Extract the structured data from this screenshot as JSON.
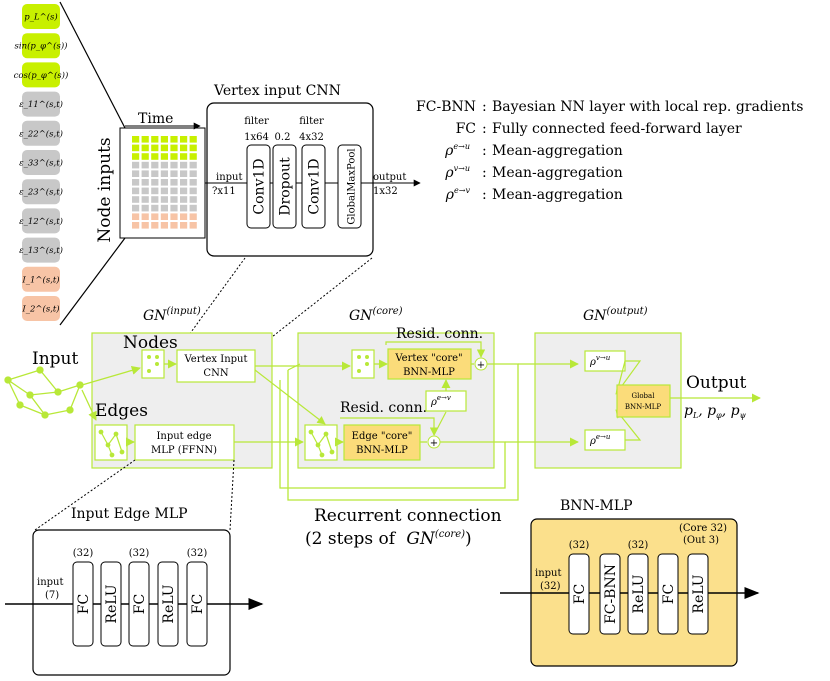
{
  "node_features": [
    {
      "label": "p_L^(s)",
      "color": "#c8f000"
    },
    {
      "label": "sin(p_φ^(s))",
      "color": "#c8f000"
    },
    {
      "label": "cos(p_φ^(s))",
      "color": "#c8f000"
    },
    {
      "label": "ε_11^(s,t)",
      "color": "#c8c8c8"
    },
    {
      "label": "ε_22^(s,t)",
      "color": "#c8c8c8"
    },
    {
      "label": "ε_33^(s,t)",
      "color": "#c8c8c8"
    },
    {
      "label": "ε_23^(s,t)",
      "color": "#c8c8c8"
    },
    {
      "label": "ε_12^(s,t)",
      "color": "#c8c8c8"
    },
    {
      "label": "ε_13^(s,t)",
      "color": "#c8c8c8"
    },
    {
      "label": "I_1^(s,t)",
      "color": "#f7c4a6"
    },
    {
      "label": "I_2^(s,t)",
      "color": "#f7c4a6"
    }
  ],
  "node_inputs_label": "Node inputs",
  "time_label": "Time",
  "vertex_cnn": {
    "title": "Vertex input CNN",
    "input_label": "input",
    "input_shape": "?x11",
    "output_label": "output",
    "output_shape": "1x32",
    "layers": [
      {
        "name": "Conv1D",
        "top1": "filter",
        "top2": "1x64"
      },
      {
        "name": "Dropout",
        "top1": "",
        "top2": "0.2"
      },
      {
        "name": "Conv1D",
        "top1": "filter",
        "top2": "4x32"
      },
      {
        "name": "GlobalMaxPool",
        "top1": "",
        "top2": ""
      }
    ]
  },
  "legend": [
    {
      "key": "FC-BNN",
      "sep": ":",
      "desc": "Bayesian NN layer with local rep. gradients"
    },
    {
      "key": "FC",
      "sep": ":",
      "desc": "Fully connected feed-forward layer"
    },
    {
      "key": "ρ^{e→u}",
      "sep": ":",
      "desc": "Mean-aggregation"
    },
    {
      "key": "ρ^{v→u}",
      "sep": ":",
      "desc": "Mean-aggregation"
    },
    {
      "key": "ρ^{e→v}",
      "sep": ":",
      "desc": "Mean-aggregation"
    }
  ],
  "main": {
    "input_label": "Input",
    "output_label": "Output",
    "output_vars": "p_L, p_φ, p_ψ",
    "gn_input": {
      "title": "GN^(input)",
      "nodes_label": "Nodes",
      "edges_label": "Edges",
      "vertex_box": [
        "Vertex Input",
        "CNN"
      ],
      "edge_box": [
        "Input  edge",
        "MLP (FFNN)"
      ]
    },
    "gn_core": {
      "title": "GN^(core)",
      "resid1": "Resid. conn.",
      "resid2": "Resid. conn.",
      "vertex_core": [
        "Vertex \"core\"",
        "BNN-MLP"
      ],
      "edge_core": [
        "Edge \"core\"",
        "BNN-MLP"
      ],
      "rho_ev": "ρ^{e→v}"
    },
    "gn_output": {
      "title": "GN^(output)",
      "rho_vu": "ρ^{v→u}",
      "rho_eu": "ρ^{e→u}",
      "global_box": [
        "Global",
        "BNN-MLP"
      ]
    },
    "recurrent": [
      "Recurrent connection",
      "(2 steps of GN^(core))"
    ]
  },
  "edge_mlp": {
    "title": "Input Edge MLP",
    "input_label": "input",
    "input_dim": "(7)",
    "layers": [
      {
        "name": "FC",
        "top": "(32)"
      },
      {
        "name": "ReLU",
        "top": ""
      },
      {
        "name": "FC",
        "top": "(32)"
      },
      {
        "name": "ReLU",
        "top": ""
      },
      {
        "name": "FC",
        "top": "(32)"
      }
    ]
  },
  "bnn_mlp": {
    "title": "BNN-MLP",
    "input_label": "input",
    "input_dim": "(32)",
    "core_note": "(Core 32)",
    "out_note": "(Out 3)",
    "layers": [
      {
        "name": "FC",
        "top": "(32)"
      },
      {
        "name": "FC-BNN",
        "top": ""
      },
      {
        "name": "ReLU",
        "top": "(32)"
      },
      {
        "name": "FC",
        "top": ""
      },
      {
        "name": "ReLU",
        "top": ""
      }
    ]
  },
  "colors": {
    "lime": "#c8f000",
    "lime_line": "#b8e838",
    "gray_fill": "#eeeeee",
    "gray_pill": "#c8c8c8",
    "salmon": "#f7c4a6",
    "yellow": "#fbdc7a",
    "yellow_panel": "#fbe08c"
  }
}
